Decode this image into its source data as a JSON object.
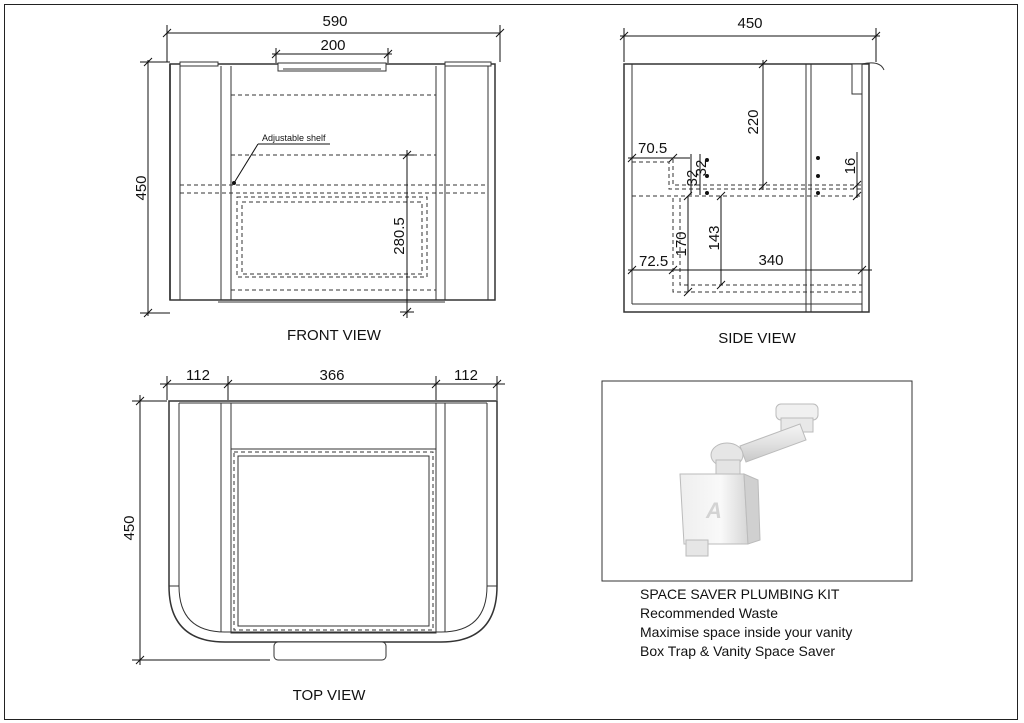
{
  "front_view": {
    "title": "FRONT VIEW",
    "width": "590",
    "handle_width": "200",
    "height": "450",
    "shelf_height": "280.5",
    "shelf_label": "Adjustable shelf"
  },
  "side_view": {
    "title": "SIDE VIEW",
    "depth": "450",
    "top_drop": "220",
    "notch_width": "70.5",
    "notch_height_a": "32",
    "notch_height_b": "32",
    "shelf_offset": "16",
    "lower_height_a": "170",
    "lower_height_b": "143",
    "bottom_offset": "72.5",
    "drawer_depth": "340"
  },
  "top_view": {
    "title": "TOP VIEW",
    "left_side": "112",
    "center": "366",
    "right_side": "112",
    "depth": "450"
  },
  "kit": {
    "title": "SPACE SAVER PLUMBING KIT",
    "line1": "Recommended Waste",
    "line2": "Maximise space inside your vanity",
    "line3": "Box Trap & Vanity Space Saver",
    "logo_letter": "A"
  }
}
